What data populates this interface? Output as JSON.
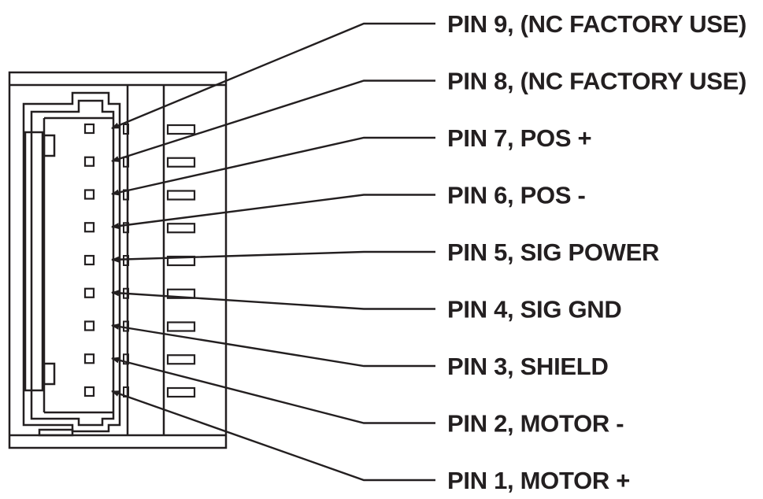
{
  "colors": {
    "ink": "#231f20",
    "background": "#ffffff"
  },
  "pins": [
    {
      "number": 9,
      "label": "PIN 9, (NC FACTORY USE)"
    },
    {
      "number": 8,
      "label": "PIN 8, (NC FACTORY USE)"
    },
    {
      "number": 7,
      "label": "PIN 7, POS +"
    },
    {
      "number": 6,
      "label": "PIN 6, POS -"
    },
    {
      "number": 5,
      "label": "PIN 5, SIG POWER"
    },
    {
      "number": 4,
      "label": "PIN 4, SIG GND"
    },
    {
      "number": 3,
      "label": "PIN 3, SHIELD"
    },
    {
      "number": 2,
      "label": "PIN 2, MOTOR -"
    },
    {
      "number": 1,
      "label": "PIN 1, MOTOR +"
    }
  ]
}
